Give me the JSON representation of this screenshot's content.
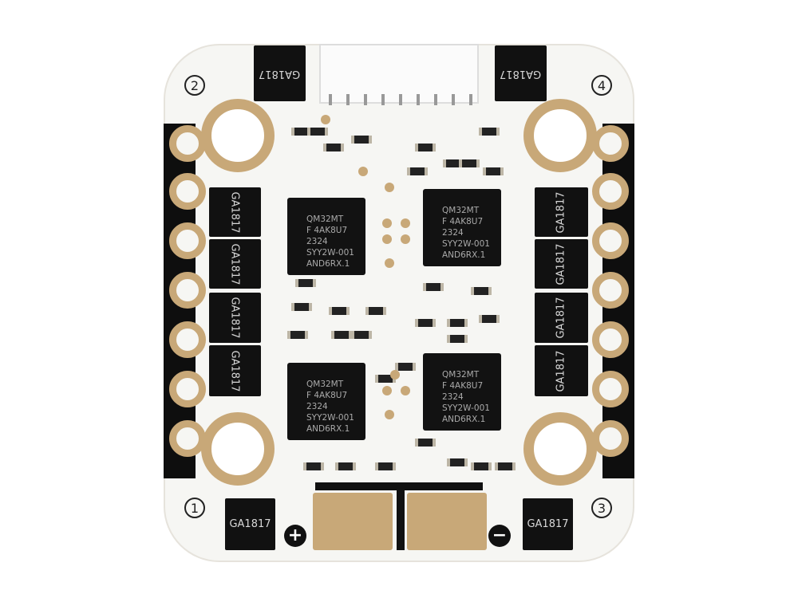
{
  "board": {
    "mosfet_label": "GA1817",
    "corner_numbers": [
      "2",
      "4",
      "1",
      "3"
    ],
    "chips": [
      [
        "QM32MT",
        "F 4AK8U7",
        "2324",
        "SYY2W-001",
        "AND6RX.1"
      ],
      [
        "QM32MT",
        "F 4AK8U7",
        "2324",
        "SYY2W-001",
        "AND6RX.1"
      ],
      [
        "QM32MT",
        "F 4AK8U7",
        "2324",
        "SYY2W-001",
        "AND6RX.1"
      ],
      [
        "QM32MT",
        "F 4AK8U7",
        "2324",
        "SYY2W-001",
        "AND6RX.1"
      ]
    ],
    "plus_sign": "+",
    "minus_sign": "−"
  },
  "colors": {
    "gold": "#c8a878",
    "board": "#f6f6f3",
    "component": "#111111"
  }
}
